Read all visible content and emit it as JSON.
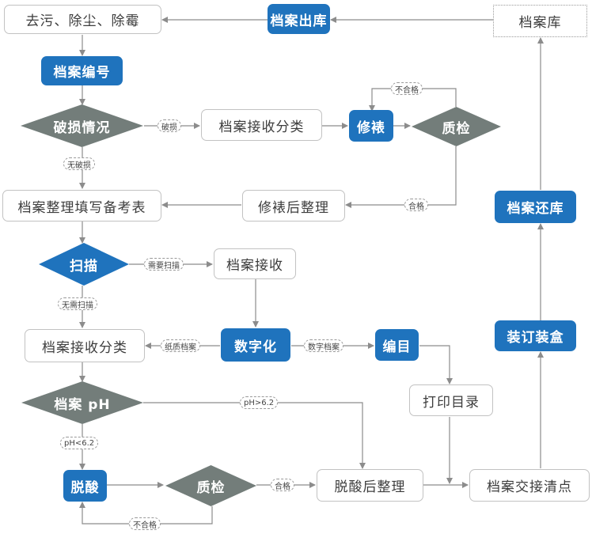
{
  "nodes": {
    "cleaning": "去污、除尘、除霉",
    "archive_out": "档案出库",
    "archive_store": "档案库",
    "numbering": "档案编号",
    "damage_check": "破损情况",
    "receive_classify_1": "档案接收分类",
    "repair": "修裱",
    "qc_1": "质检",
    "fill_form": "档案整理填写备考表",
    "post_repair_org": "修裱后整理",
    "return_store": "档案还库",
    "scan": "扫描",
    "receive": "档案接收",
    "receive_classify_2": "档案接收分类",
    "digitize": "数字化",
    "catalog": "编目",
    "binding": "装订装盒",
    "ph": "档案 pH",
    "print_catalog": "打印目录",
    "deacid": "脱酸",
    "qc_2": "质检",
    "post_deacid_org": "脱酸后整理",
    "handover": "档案交接清点"
  },
  "edge_labels": {
    "damaged": "破损",
    "not_damaged": "无破损",
    "fail_1": "不合格",
    "pass_1": "合格",
    "need_scan": "需要扫描",
    "no_scan": "无需扫描",
    "paper_archive": "纸质档案",
    "digital_archive": "数字档案",
    "ph_high": "pH>6.2",
    "ph_low": "pH<6.2",
    "pass_2": "合格",
    "fail_2": "不合格"
  },
  "colors": {
    "blue": "#1f73bd",
    "gray_diamond": "#737d7a",
    "line": "#8c8c8c"
  }
}
